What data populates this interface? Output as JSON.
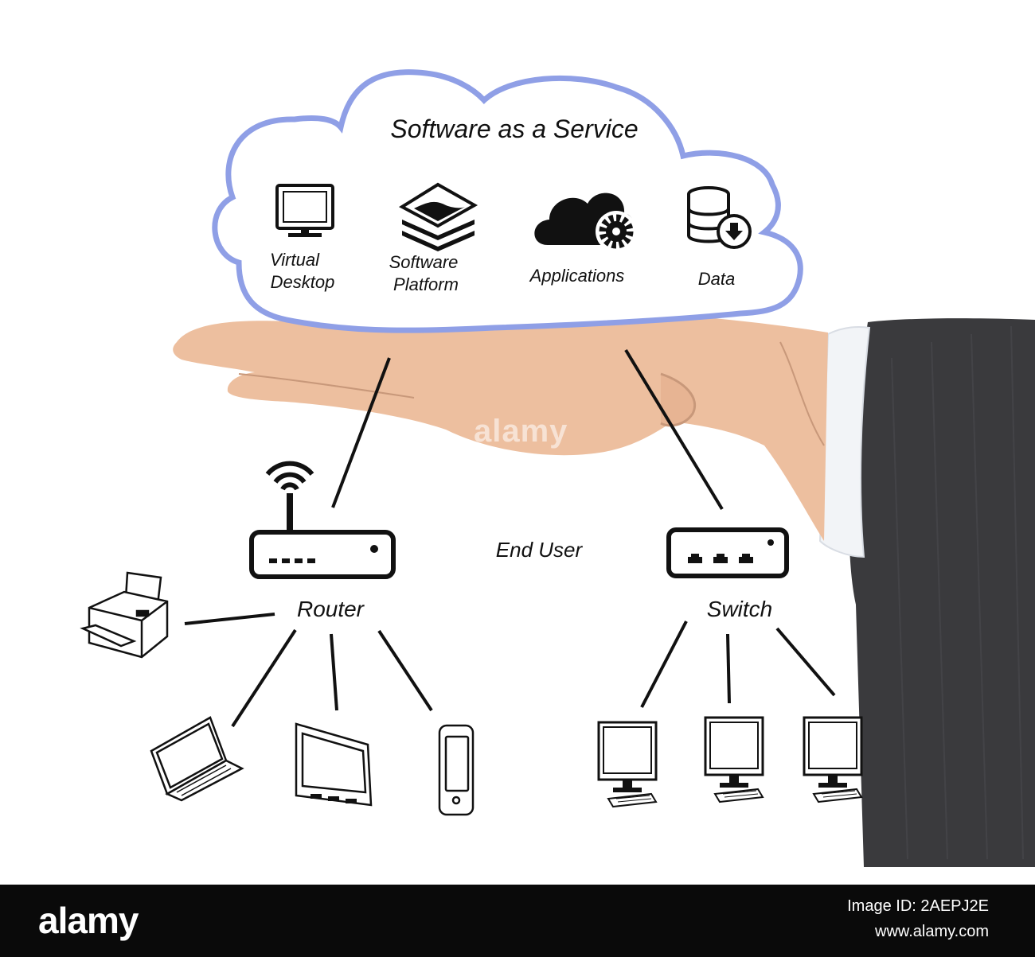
{
  "diagram": {
    "title": "Software as a Service",
    "services": [
      {
        "line1": "Virtual",
        "line2": "Desktop",
        "icon": "monitor-icon"
      },
      {
        "line1": "Software",
        "line2": "Platform",
        "icon": "layers-icon"
      },
      {
        "line1": "Applications",
        "line2": "",
        "icon": "cloud-gear-icon"
      },
      {
        "line1": "Data",
        "line2": "",
        "icon": "database-download-icon"
      }
    ],
    "center_label": "End User",
    "router": {
      "label": "Router",
      "icon": "wifi-router-icon",
      "devices": [
        "printer-icon",
        "laptop-icon",
        "tablet-icon",
        "smartphone-icon"
      ]
    },
    "switch": {
      "label": "Switch",
      "icon": "network-switch-icon",
      "devices": [
        "desktop-computer-icon",
        "desktop-computer-icon",
        "desktop-computer-icon"
      ]
    }
  },
  "colors": {
    "cloud_outline": "#8f9fe6",
    "line": "#111111",
    "skin": "#edbf9f",
    "sleeve": "#3a3a3d"
  },
  "watermark": {
    "text": "alamy"
  },
  "footer": {
    "logo": "alamy",
    "image_id": "Image ID: 2AEPJ2E",
    "site": "www.alamy.com"
  }
}
